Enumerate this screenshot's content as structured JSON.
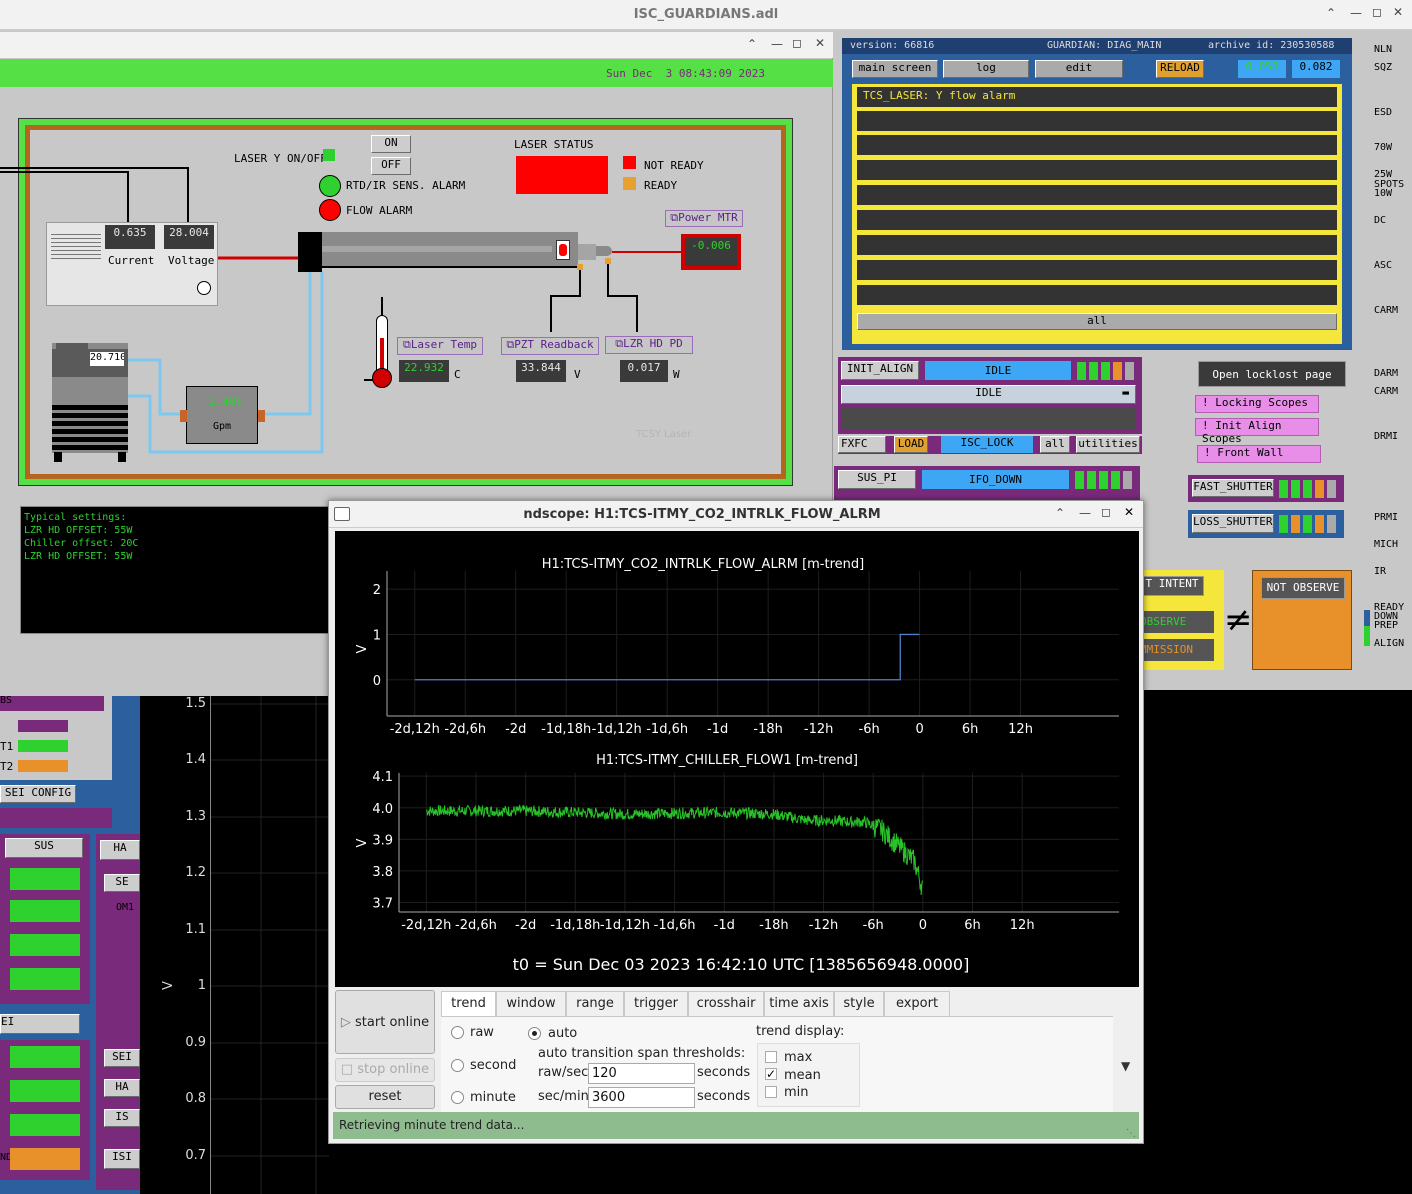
{
  "guardians_window": {
    "title": "ISC_GUARDIANS.adl"
  },
  "tcs_window": {
    "datetime": "Sun Dec  3 08:43:09 2023",
    "laser_onoff_label": "LASER Y ON/OFF",
    "on_label": "ON",
    "off_label": "OFF",
    "rtd_alarm_label": "RTD/IR SENS. ALARM",
    "flow_alarm_label": "FLOW ALARM",
    "laser_status_label": "LASER STATUS",
    "not_ready_label": "NOT READY",
    "ready_label": "READY",
    "current_value": "0.635",
    "current_label": "Current",
    "voltage_value": "28.004",
    "voltage_label": "Voltage",
    "power_mtr_label": "Power MTR",
    "power_value": "-0.006",
    "chiller_value": "20.710",
    "flow_value": "2.401",
    "flow_unit": "Gpm",
    "laser_temp_label": "Laser Temp",
    "laser_temp_value": "22.932",
    "laser_temp_unit": "C",
    "pzt_label": "PZT Readback",
    "pzt_value": "33.844",
    "pzt_unit": "V",
    "lzr_pd_label": "LZR HD PD",
    "lzr_pd_value": "0.017",
    "lzr_pd_unit": "W",
    "watermark": "TCSY Laser",
    "notes": [
      "Typical settings:",
      "LZR HD OFFSET: 55W",
      "Chiller offset: 20C",
      "LZR HD OFFSET: 55W"
    ]
  },
  "guardian_panel": {
    "version": "version: 66816",
    "guardian_name": "GUARDIAN: DIAG_MAIN",
    "archive": "archive id: 230530588",
    "main_screen": "main screen",
    "log": "log",
    "edit": "edit",
    "reload": "RELOAD",
    "val1": "0.058",
    "val2": "0.082",
    "message": "TCS_LASER: Y flow alarm",
    "all": "all"
  },
  "init_align": {
    "name": "INIT_ALIGN",
    "state": "IDLE",
    "request": "IDLE",
    "fxfc": "FXFC",
    "load": "LOAD",
    "isc_lock": "ISC_LOCK",
    "all": "all",
    "utilities": "utilities"
  },
  "sus_pi": {
    "name": "SUS_PI",
    "state": "IFO_DOWN"
  },
  "right_buttons": {
    "open_locklost": "Open locklost page",
    "locking_scopes": "! Locking Scopes",
    "init_align_scopes": "! Init Align Scopes",
    "front_wall": "! Front Wall",
    "fast_shutter": "FAST_SHUTTER",
    "loss_shutter": "LOSS_SHUTTER_C"
  },
  "intent": {
    "intent_label": "T INTENT",
    "observe": "OBSERVE",
    "commission": "MMISSION",
    "not_observe": "NOT OBSERVE"
  },
  "state_ladder": [
    "NLN",
    "SQZ",
    "ESD",
    "70W",
    "25W",
    "SPOTS",
    "10W",
    "DC",
    "ASC",
    "CARM",
    "DARM",
    "CARM",
    "DRMI",
    "PRMI",
    "MICH",
    "IR",
    "READY",
    "DOWN",
    "PREP",
    "ALIGN"
  ],
  "left_sliver": {
    "labels": [
      "BS",
      "T1",
      "T2",
      "SEI CONFIG",
      "SUS",
      "HA",
      "SE",
      "OM1",
      "EI",
      "SEI",
      "HA",
      "IS",
      "ND",
      "ISI"
    ]
  },
  "background_plot": {
    "ticks": [
      "1.5",
      "1.4",
      "1.3",
      "1.2",
      "1.1",
      "1",
      "0.9",
      "0.8",
      "0.7"
    ],
    "ylabel": "V"
  },
  "ndscope": {
    "title": "ndscope: H1:TCS-ITMY_CO2_INTRLK_FLOW_ALRM",
    "plot1_title": "H1:TCS-ITMY_CO2_INTRLK_FLOW_ALRM [m-trend]",
    "plot2_title": "H1:TCS-ITMY_CHILLER_FLOW1 [m-trend]",
    "t0": "t0 = Sun Dec 03 2023 16:42:10 UTC [1385656948.0000]",
    "start_online": "start online",
    "stop_online": "stop online",
    "reset": "reset",
    "tabs": [
      "trend",
      "window",
      "range",
      "trigger",
      "crosshair",
      "time axis",
      "style",
      "export"
    ],
    "raw": "raw",
    "second": "second",
    "minute": "minute",
    "auto": "auto",
    "thresholds_label": "auto transition span thresholds:",
    "raw_sec_label": "raw/sec:",
    "raw_sec_value": "120",
    "sec_min_label": "sec/min:",
    "sec_min_value": "3600",
    "seconds": "seconds",
    "trend_display": "trend display:",
    "max": "max",
    "mean": "mean",
    "min": "min",
    "status": "Retrieving minute trend data..."
  },
  "chart_data": [
    {
      "type": "line",
      "title": "H1:TCS-ITMY_CO2_INTRLK_FLOW_ALRM [m-trend]",
      "ylabel": "V",
      "x_ticks": [
        "-2d,12h",
        "-2d,6h",
        "-2d",
        "-1d,18h",
        "-1d,12h",
        "-1d,6h",
        "-1d",
        "-18h",
        "-12h",
        "-6h",
        "0",
        "6h",
        "12h"
      ],
      "x_hours": [
        -60,
        -2.3,
        -2.3,
        0
      ],
      "y": [
        0,
        0,
        1,
        1
      ],
      "ylim": [
        -0.8,
        2.4
      ],
      "y_ticks": [
        0,
        1,
        2
      ],
      "grid": true
    },
    {
      "type": "line",
      "title": "H1:TCS-ITMY_CHILLER_FLOW1 [m-trend]",
      "ylabel": "V",
      "x_ticks": [
        "-2d,12h",
        "-2d,6h",
        "-2d",
        "-1d,18h",
        "-1d,12h",
        "-1d,6h",
        "-1d",
        "-18h",
        "-12h",
        "-6h",
        "0",
        "6h",
        "12h"
      ],
      "x_hours": [
        -60,
        -48,
        -36,
        -24,
        -18,
        -14,
        -11,
        -9,
        -7,
        -5,
        -3,
        -1,
        0
      ],
      "y": [
        3.99,
        3.99,
        3.98,
        3.985,
        3.98,
        3.96,
        3.96,
        3.955,
        3.955,
        3.93,
        3.88,
        3.83,
        3.74
      ],
      "ylim": [
        3.67,
        4.11
      ],
      "y_ticks": [
        3.7,
        3.8,
        3.9,
        4.0,
        4.1
      ],
      "grid": true
    }
  ]
}
